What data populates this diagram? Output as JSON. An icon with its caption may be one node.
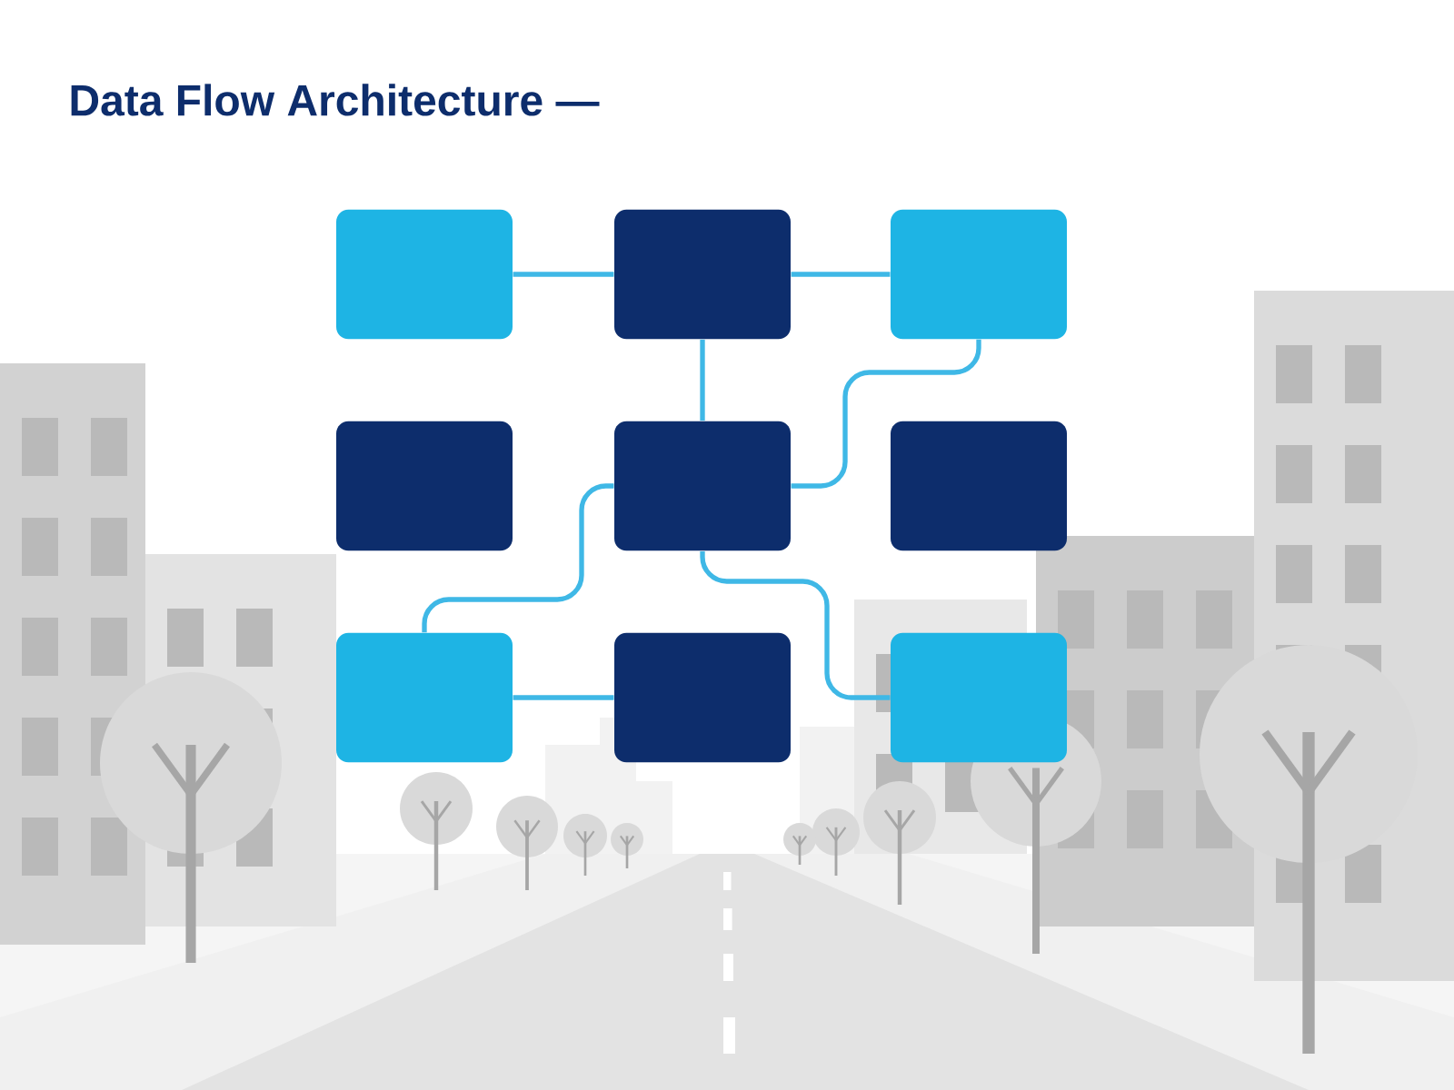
{
  "diagram": {
    "title": "Data Flow Architecture —",
    "nodes": [
      {
        "text": [],
        "shape": "box"
      },
      {
        "text": [],
        "shape": "box"
      },
      {
        "text": [],
        "shape": "box"
      },
      {
        "text": [],
        "shape": "box"
      },
      {
        "text": [],
        "shape": "box"
      },
      {
        "text": [],
        "shape": "box"
      },
      {
        "text": [],
        "shape": "box"
      },
      {
        "text": [],
        "shape": "box"
      },
      {
        "text": [],
        "shape": "box"
      }
    ],
    "edges": [
      {
        "from": 0,
        "to": 1,
        "arrow": "none"
      },
      {
        "from": 1,
        "to": 2,
        "arrow": "none"
      },
      {
        "from": 1,
        "to": 4,
        "arrow": "none"
      },
      {
        "from": 2,
        "to": 4,
        "arrow": "none"
      },
      {
        "from": 4,
        "to": 6,
        "arrow": "none"
      },
      {
        "from": 4,
        "to": 8,
        "arrow": "none"
      },
      {
        "from": 6,
        "to": 7,
        "arrow": "none"
      }
    ]
  }
}
